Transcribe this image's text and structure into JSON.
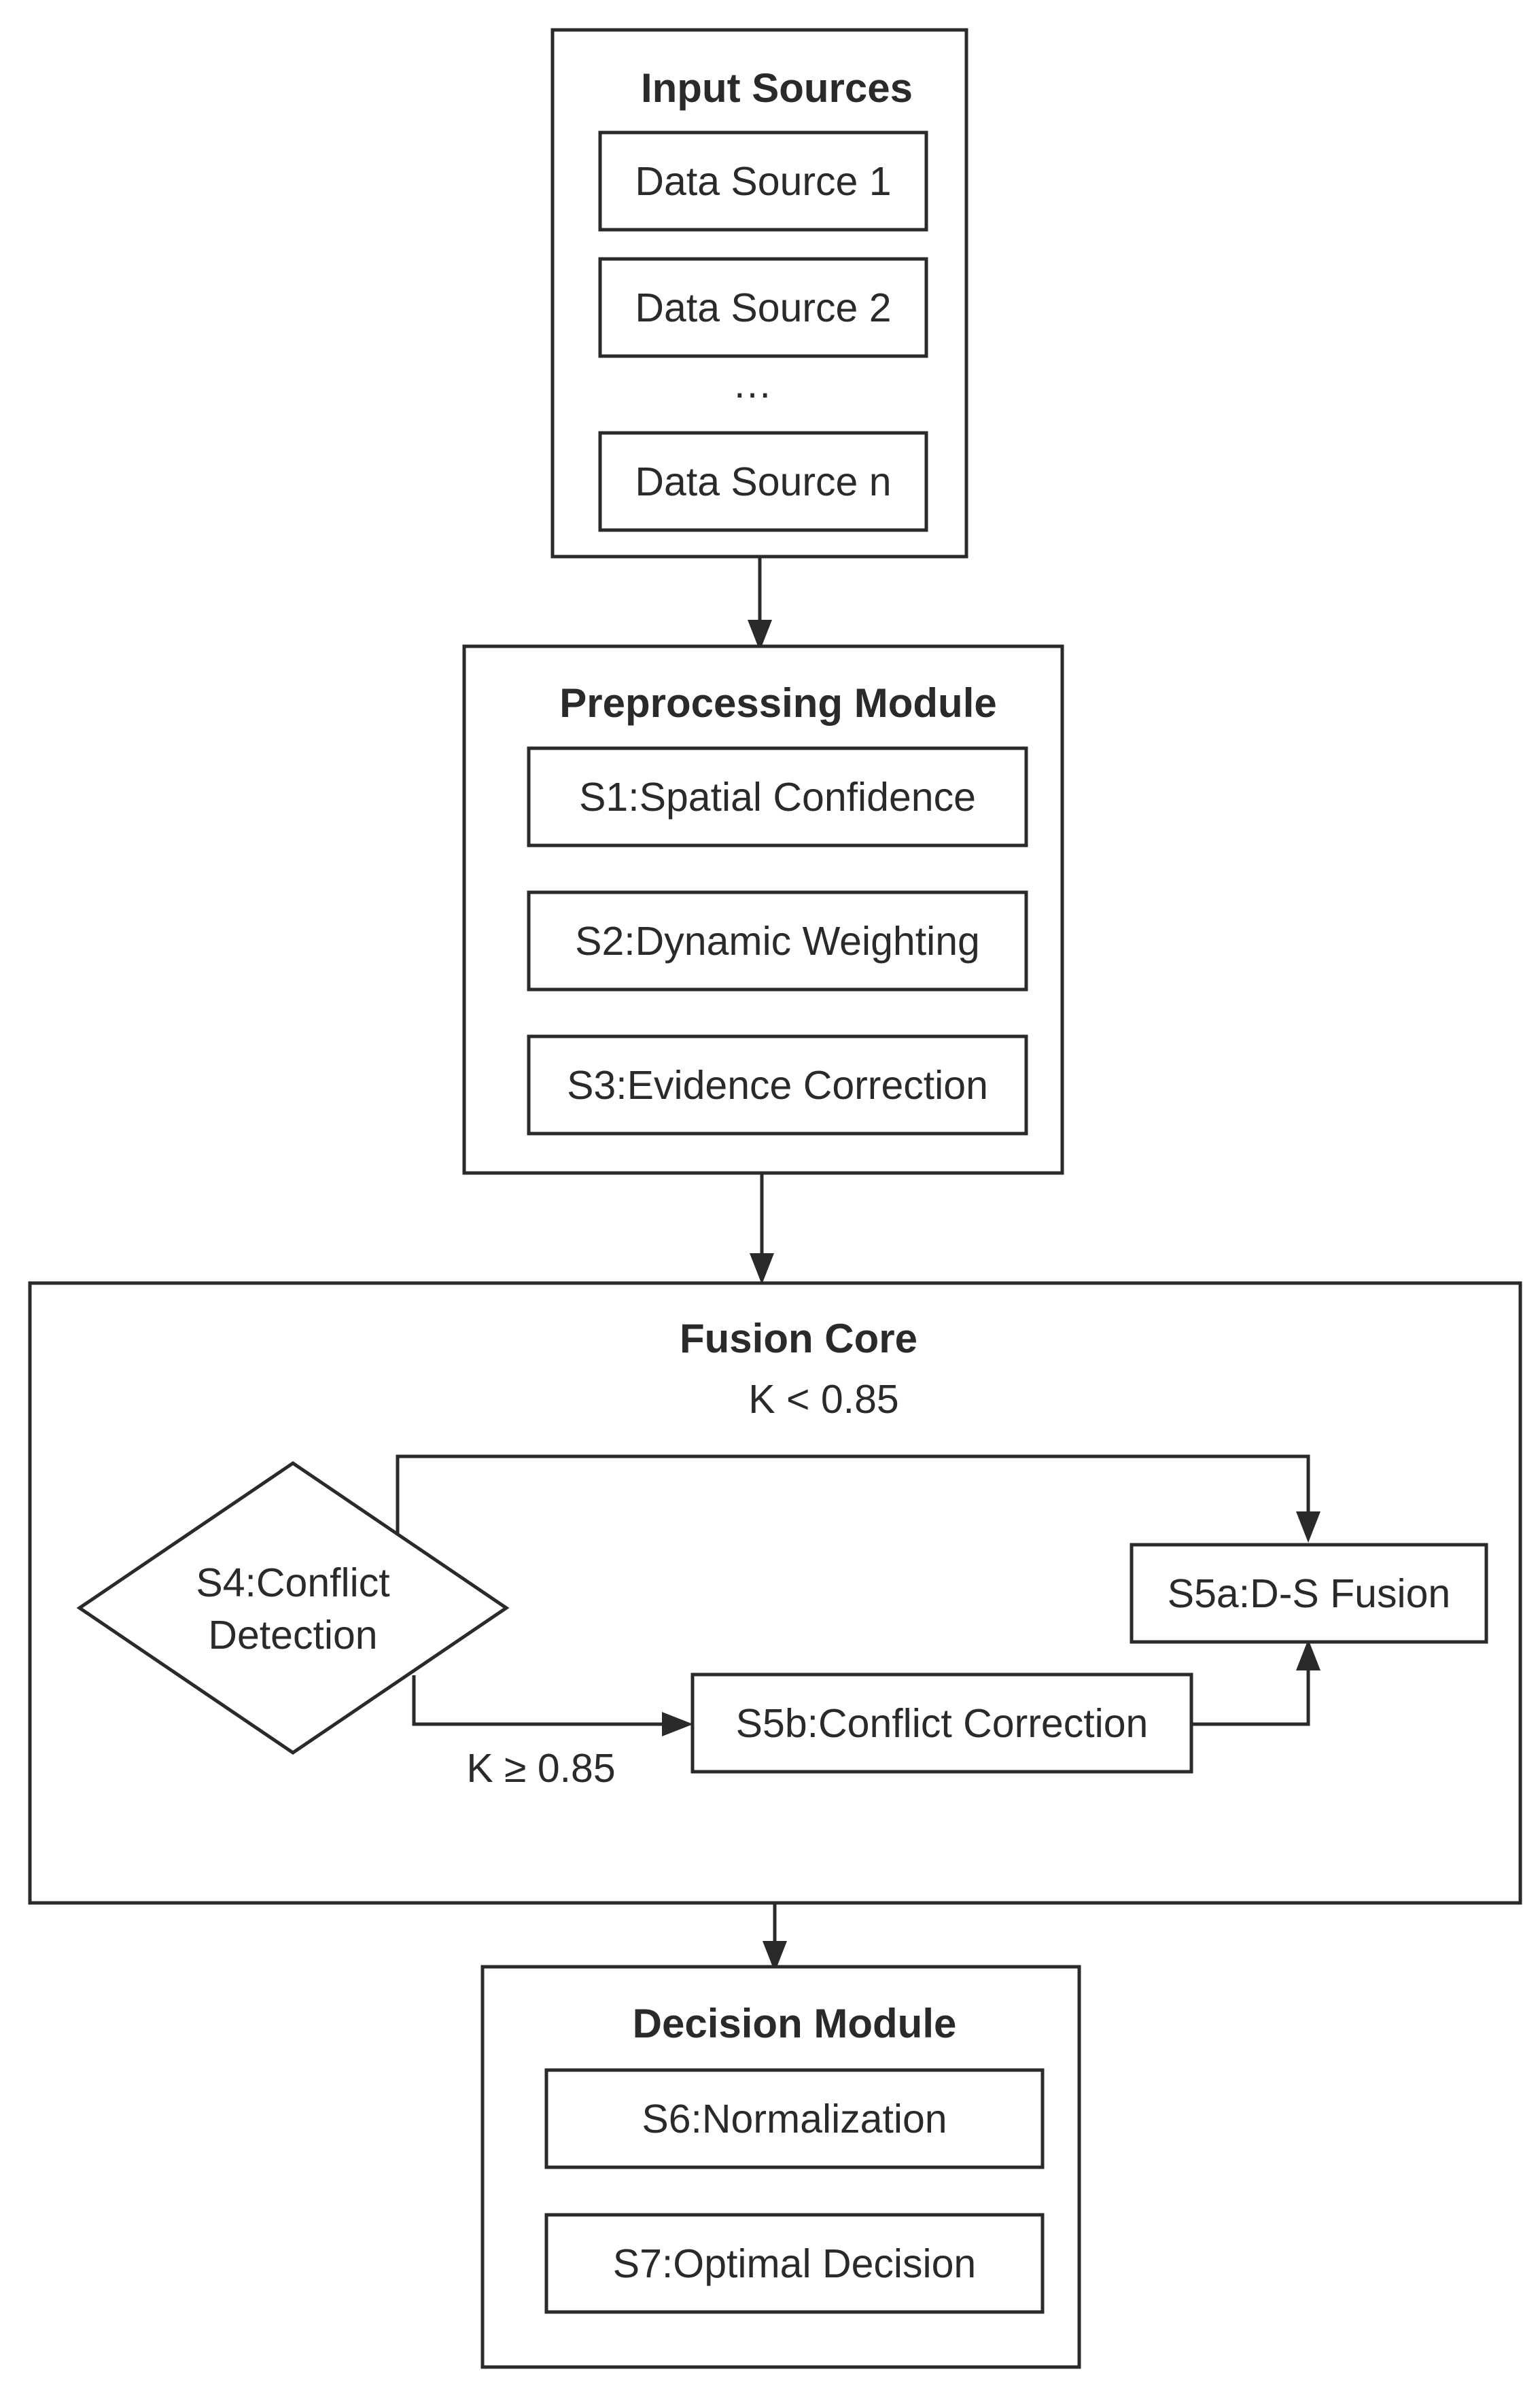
{
  "input_sources": {
    "title": "Input Sources",
    "items": [
      "Data Source 1",
      "Data Source 2",
      "Data Source n"
    ],
    "ellipsis": "…"
  },
  "preprocessing": {
    "title": "Preprocessing Module",
    "steps": [
      "S1:Spatial Confidence",
      "S2:Dynamic Weighting",
      "S3:Evidence Correction"
    ]
  },
  "fusion_core": {
    "title": "Fusion Core",
    "decision_line1": "S4:Conflict",
    "decision_line2": "Detection",
    "ds_fusion": "S5a:D-S Fusion",
    "conflict_correction": "S5b:Conflict Correction",
    "branch_low": "K < 0.85",
    "branch_high": "K ≥ 0.85"
  },
  "decision_module": {
    "title": "Decision Module",
    "steps": [
      "S6:Normalization",
      "S7:Optimal Decision"
    ]
  }
}
